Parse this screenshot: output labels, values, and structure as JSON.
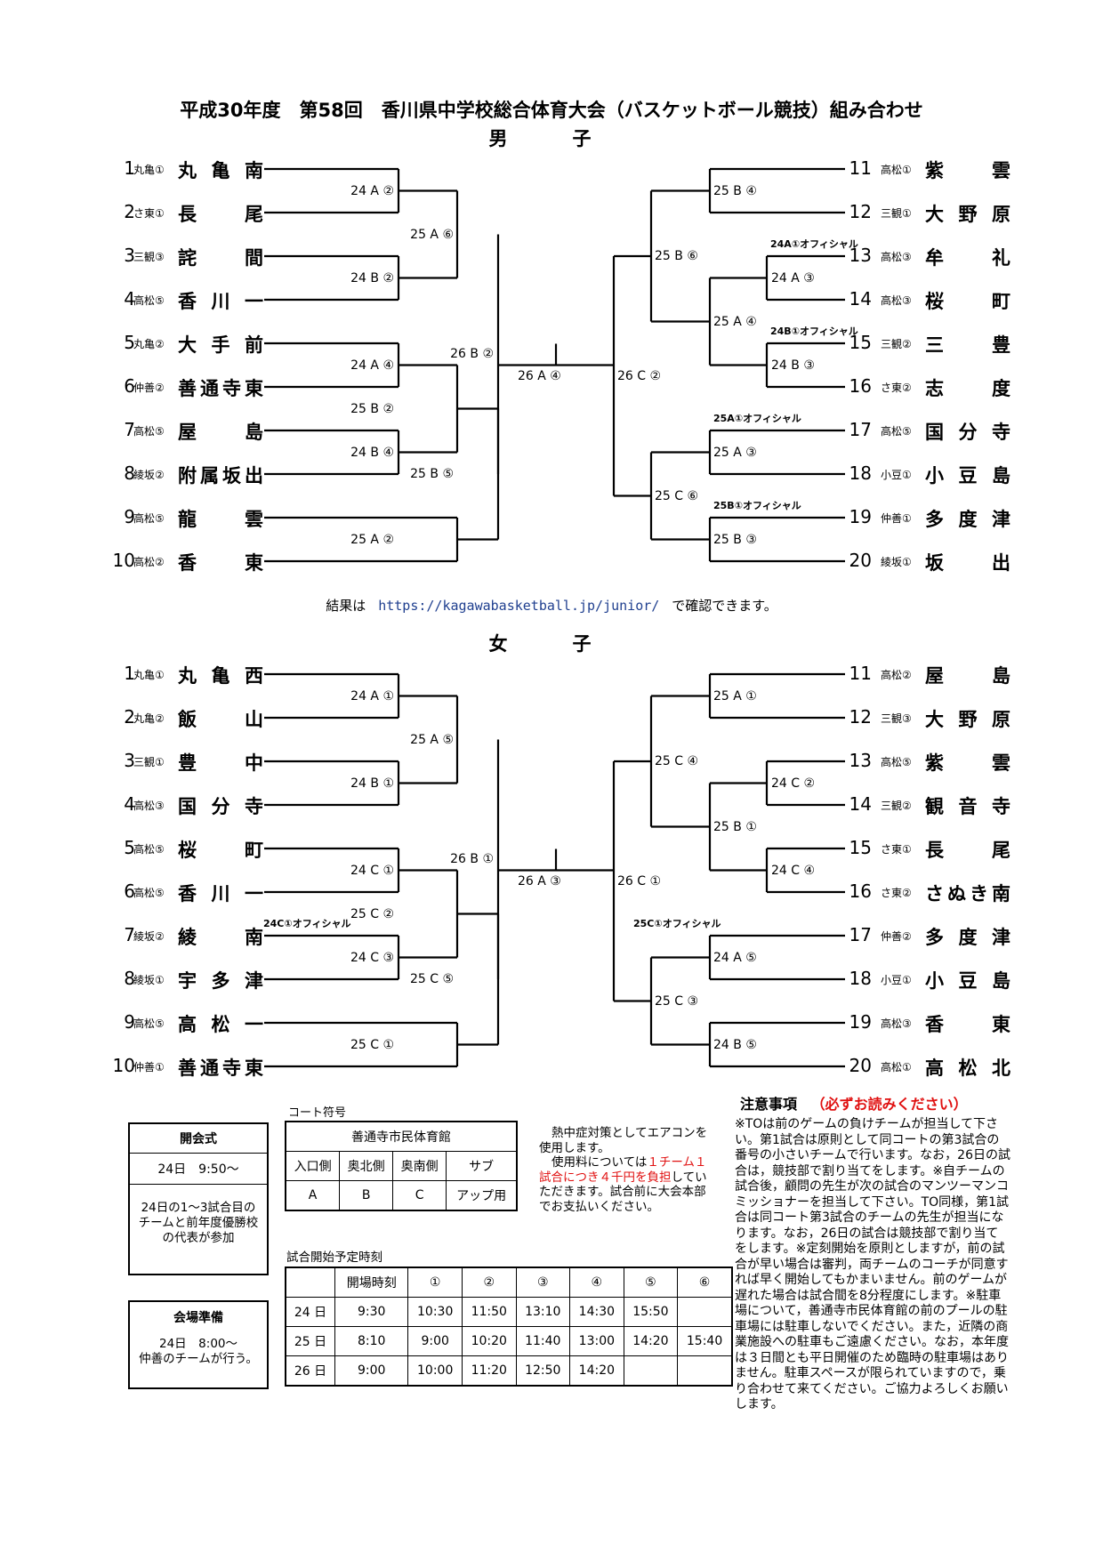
{
  "title": "平成30年度　第58回　香川県中学校総合体育大会（バスケットボール競技）組み合わせ",
  "boys": {
    "label": "男　子",
    "left": [
      {
        "num": "1",
        "tag": "丸亀①",
        "name": "丸亀南"
      },
      {
        "num": "2",
        "tag": "さ東①",
        "name": "長尾"
      },
      {
        "num": "3",
        "tag": "三観③",
        "name": "詫間"
      },
      {
        "num": "4",
        "tag": "高松⑤",
        "name": "香川一"
      },
      {
        "num": "5",
        "tag": "丸亀②",
        "name": "大手前"
      },
      {
        "num": "6",
        "tag": "仲善②",
        "name": "善通寺東"
      },
      {
        "num": "7",
        "tag": "高松⑤",
        "name": "屋島"
      },
      {
        "num": "8",
        "tag": "綾坂②",
        "name": "附属坂出"
      },
      {
        "num": "9",
        "tag": "高松⑤",
        "name": "龍雲"
      },
      {
        "num": "10",
        "tag": "高松②",
        "name": "香東"
      }
    ],
    "right": [
      {
        "num": "11",
        "tag": "高松①",
        "name": "紫雲"
      },
      {
        "num": "12",
        "tag": "三観①",
        "name": "大野原"
      },
      {
        "num": "13",
        "tag": "高松③",
        "name": "牟礼"
      },
      {
        "num": "14",
        "tag": "高松③",
        "name": "桜町"
      },
      {
        "num": "15",
        "tag": "三観②",
        "name": "三豊"
      },
      {
        "num": "16",
        "tag": "さ東②",
        "name": "志度"
      },
      {
        "num": "17",
        "tag": "高松⑤",
        "name": "国分寺"
      },
      {
        "num": "18",
        "tag": "小豆①",
        "name": "小豆島"
      },
      {
        "num": "19",
        "tag": "仲善①",
        "name": "多度津"
      },
      {
        "num": "20",
        "tag": "綾坂①",
        "name": "坂出"
      }
    ],
    "games": {
      "l1": "24 A ②",
      "l2": "24 B ②",
      "l3": "24 A ④",
      "l4": "24 B ④",
      "l5": "25 A ②",
      "l12": "25 A ⑥",
      "l34": "25 B ②",
      "l45": "25 B ⑤",
      "lsemi": "26 B ②",
      "final": "26 A ④",
      "r1": "25 B ④",
      "r2": "24 A ③",
      "r3": "24 B ③",
      "r4": "25 A ③",
      "r5": "25 B ③",
      "r12": "25 B ⑥",
      "r23": "25 A ④",
      "r45": "25 C ⑥",
      "rsemi": "26 C ②"
    },
    "officials": {
      "r2": "24A①オフィシャル",
      "r3": "24B①オフィシャル",
      "r4": "25A①オフィシャル",
      "r5": "25B①オフィシャル"
    }
  },
  "result": {
    "prefix": "結果は",
    "url": "https://kagawabasketball.jp/junior/",
    "suffix": "で確認できます。"
  },
  "girls": {
    "label": "女　子",
    "left": [
      {
        "num": "1",
        "tag": "丸亀①",
        "name": "丸亀西"
      },
      {
        "num": "2",
        "tag": "丸亀②",
        "name": "飯山"
      },
      {
        "num": "3",
        "tag": "三観①",
        "name": "豊中"
      },
      {
        "num": "4",
        "tag": "高松③",
        "name": "国分寺"
      },
      {
        "num": "5",
        "tag": "高松⑤",
        "name": "桜町"
      },
      {
        "num": "6",
        "tag": "高松⑤",
        "name": "香川一"
      },
      {
        "num": "7",
        "tag": "綾坂②",
        "name": "綾南"
      },
      {
        "num": "8",
        "tag": "綾坂①",
        "name": "宇多津"
      },
      {
        "num": "9",
        "tag": "高松⑤",
        "name": "高松一"
      },
      {
        "num": "10",
        "tag": "仲善①",
        "name": "善通寺東"
      }
    ],
    "right": [
      {
        "num": "11",
        "tag": "高松②",
        "name": "屋島"
      },
      {
        "num": "12",
        "tag": "三観③",
        "name": "大野原"
      },
      {
        "num": "13",
        "tag": "高松⑤",
        "name": "紫雲"
      },
      {
        "num": "14",
        "tag": "三観②",
        "name": "観音寺"
      },
      {
        "num": "15",
        "tag": "さ東①",
        "name": "長尾"
      },
      {
        "num": "16",
        "tag": "さ東②",
        "name": "さぬき南"
      },
      {
        "num": "17",
        "tag": "仲善②",
        "name": "多度津"
      },
      {
        "num": "18",
        "tag": "小豆①",
        "name": "小豆島"
      },
      {
        "num": "19",
        "tag": "高松③",
        "name": "香東"
      },
      {
        "num": "20",
        "tag": "高松①",
        "name": "高松北"
      }
    ],
    "games": {
      "l1": "24 A ①",
      "l2": "24 B ①",
      "l3": "24 C ①",
      "l4": "24 C ③",
      "l5": "25 C ①",
      "l12": "25 A ⑤",
      "l34": "25 C ②",
      "l45": "25 C ⑤",
      "lsemi": "26 B ①",
      "final": "26 A ③",
      "r1": "25 A ①",
      "r2": "24 C ②",
      "r3": "24 C ④",
      "r4": "24 A ⑤",
      "r5": "24 B ⑤",
      "r12": "25 C ④",
      "r23": "25 B ①",
      "r45": "25 C ③",
      "rsemi": "26 C ①"
    },
    "officials": {
      "l4": "24C①オフィシャル",
      "r4": "25C①オフィシャル"
    }
  },
  "opening": {
    "title": "開会式",
    "time": "24日　9:50～",
    "desc": "24日の1～3試合目のチームと前年度優勝校の代表が参加"
  },
  "prep": {
    "title": "会場準備",
    "desc": "24日　8:00～\n仲善のチームが行う。"
  },
  "court": {
    "label": "コート符号",
    "venue": "善通寺市民体育館",
    "headers": [
      "入口側",
      "奥北側",
      "奥南側",
      "サブ"
    ],
    "codes": [
      "A",
      "B",
      "C",
      "アップ用"
    ]
  },
  "aircon": {
    "p1": "熱中症対策としてエアコンを使用します。",
    "p2a": "使用料については",
    "p2red": "１チーム１試合につき４千円を負担",
    "p2b": "していただきます。試合前に大会本部でお支払いください。"
  },
  "schedule": {
    "label": "試合開始予定時刻",
    "headers": [
      "",
      "開場時刻",
      "①",
      "②",
      "③",
      "④",
      "⑤",
      "⑥"
    ],
    "rows": [
      [
        "24 日",
        "9:30",
        "10:30",
        "11:50",
        "13:10",
        "14:30",
        "15:50",
        ""
      ],
      [
        "25 日",
        "8:10",
        "9:00",
        "10:20",
        "11:40",
        "13:00",
        "14:20",
        "15:40"
      ],
      [
        "26 日",
        "9:00",
        "10:00",
        "11:20",
        "12:50",
        "14:20",
        "",
        ""
      ]
    ]
  },
  "notes": {
    "title": "注意事項",
    "emph": "（必ずお読みください）",
    "body": "※TOは前のゲームの負けチームが担当して下さい。第1試合は原則として同コートの第3試合の番号の小さいチームで行います。なお，26日の試合は，競技部で割り当てをします。※自チームの試合後，顧問の先生が次の試合のマンツーマンコミッショナーを担当して下さい。TO同様，第1試合は同コート第3試合のチームの先生が担当になります。なお，26日の試合は競技部で割り当てをします。※定刻開始を原則としますが，前の試合が早い場合は審判，両チームのコーチが同意すれば早く開始してもかまいません。前のゲームが遅れた場合は試合間を8分程度にします。※駐車場について，善通寺市民体育館の前のプールの駐車場には駐車しないでください。また，近隣の商業施設への駐車もご遠慮ください。なお，本年度は３日間とも平日開催のため臨時の駐車場はありません。駐車スペースが限られていますので，乗り合わせて来てください。ご協力よろしくお願いします。"
  }
}
